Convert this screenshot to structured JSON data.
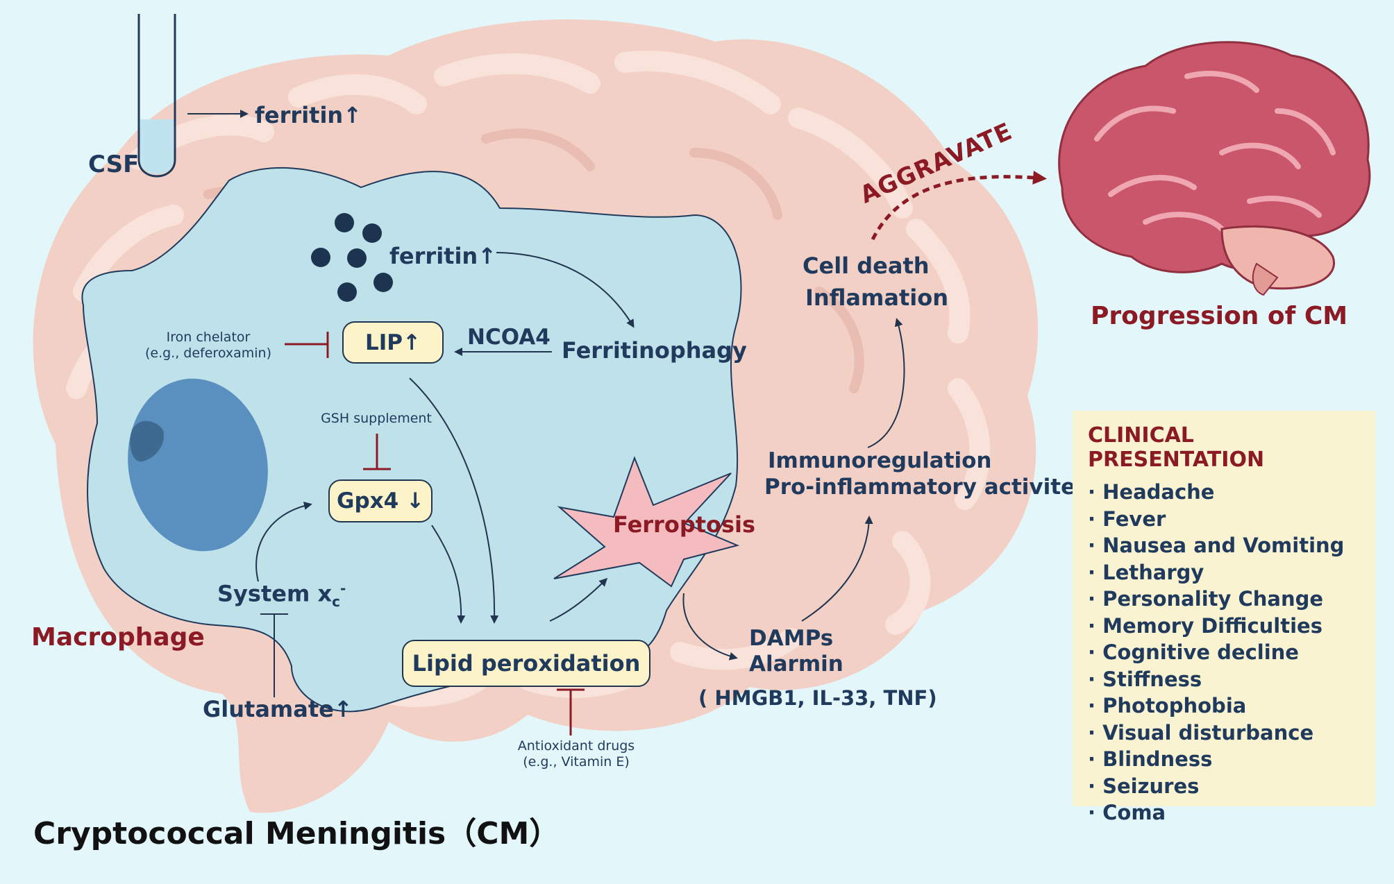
{
  "csf": {
    "label": "CSF",
    "ferritin": "ferritin↑"
  },
  "cell": {
    "ferritin": "ferritin↑",
    "lip": "LIP↑",
    "ncoa4": "NCOA4",
    "ferritinophagy": "Ferritinophagy",
    "iron_chelator": [
      "Iron chelator",
      "(e.g., deferoxamin)"
    ],
    "gsh": "GSH supplement",
    "gpx4": "Gpx4 ↓",
    "system_xc": "System x",
    "system_xc_sub": "c",
    "system_xc_sup": "-",
    "glutamate": "Glutamate↑",
    "lipid": "Lipid peroxidation",
    "antioxidant": [
      "Antioxidant drugs",
      "(e.g., Vitamin E)"
    ],
    "ferroptosis": "Ferroptosis",
    "macrophage": "Macrophage"
  },
  "outcomes": {
    "cell_death": "Cell death",
    "inflammation": "Inflamation",
    "immunoregulation": "Immunoregulation",
    "pro_inflammatory": "Pro-inflammatory activites",
    "damps": "DAMPs",
    "alarmin": "Alarmin",
    "alarmin_examples": "( HMGB1, IL-33, TNF)"
  },
  "aggravate": "AGGRAVATE",
  "progression": "Progression of CM",
  "title": "Cryptococcal Meningitis（CM）",
  "clinical": {
    "heading": "CLINICAL PRESENTATION",
    "items": [
      "Headache",
      "Fever",
      "Nausea and Vomiting",
      "Lethargy",
      "Personality Change",
      "Memory Difficulties",
      "Cognitive decline",
      "Stiffness",
      "Photophobia",
      "Visual disturbance",
      "Blindness",
      "Seizures",
      "Coma"
    ]
  },
  "colors": {
    "navy": "#1f3a5c",
    "maroon": "#8b1a24",
    "cell": "#bfe1ea",
    "brain": "#f2d0c6",
    "box": "#fdf3c8"
  }
}
